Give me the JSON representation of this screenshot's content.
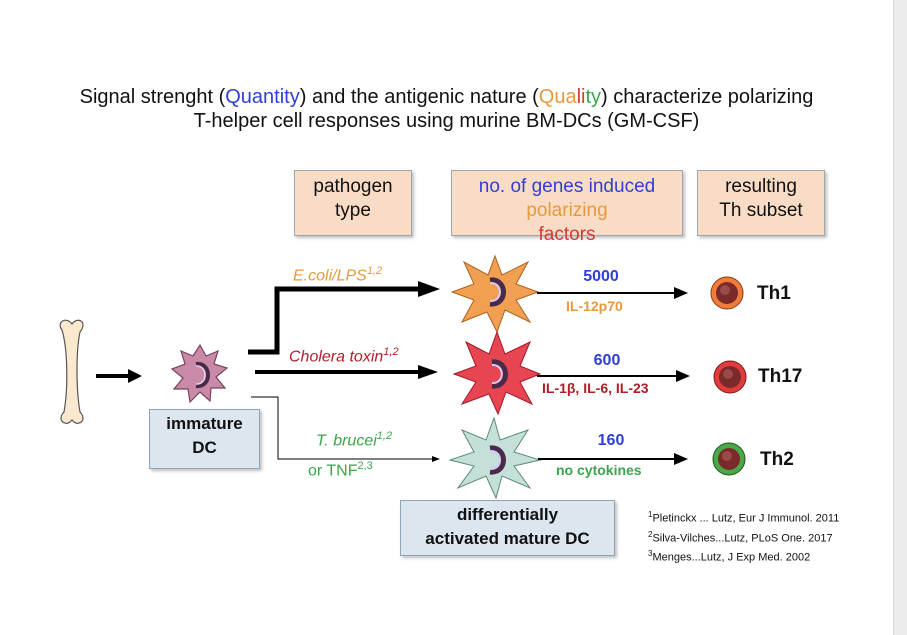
{
  "title": {
    "line1": [
      "Signal strenght (",
      "Quantity",
      ") and the antigenic nature (",
      "Qua",
      "li",
      "ty",
      ") characterize polarizing"
    ],
    "line2": "T-helper cell responses using murine BM-DCs (GM-CSF)"
  },
  "headers": {
    "pathogen": [
      "pathogen",
      "type"
    ],
    "genes": {
      "line1": "no. of genes induced",
      "line2_parts": [
        "polarizing",
        " ",
        "factors"
      ]
    },
    "th": [
      "resulting",
      "Th subset"
    ]
  },
  "pathways": [
    {
      "stimulus": "E.coli/LPS",
      "stimulus_sup": "1,2",
      "genes_count": "5000",
      "factors": "IL-12p70",
      "th_subset": "Th1"
    },
    {
      "stimulus": "Cholera toxin",
      "stimulus_sup": "1,2",
      "genes_count": "600",
      "factors": "IL-1β, IL-6, IL-23",
      "th_subset": "Th17"
    },
    {
      "stimulus": "T. brucei",
      "stimulus_sup": "1,2",
      "stimulus_line2": "or TNF",
      "stimulus_line2_sup": "2,3",
      "genes_count": "160",
      "factors": "no cytokines",
      "th_subset": "Th2"
    }
  ],
  "boxes": {
    "immature": [
      "immature",
      "DC"
    ],
    "mature": [
      "differentially",
      "activated mature DC"
    ]
  },
  "references": [
    {
      "sup": "1",
      "text": "Pletinckx ... Lutz, Eur J Immunol. 2011"
    },
    {
      "sup": "2",
      "text": "Silva-Vilches...Lutz, PLoS One. 2017"
    },
    {
      "sup": "3",
      "text": "Menges...Lutz, J Exp Med. 2002"
    }
  ],
  "colors": {
    "quantity": "#2f3fd6",
    "quality_orange": "#e59a3c",
    "quality_red": "#d23b34",
    "quality_green": "#3aa64a",
    "lps_cell": "#f0a050",
    "cholera_cell": "#e84552",
    "brucei_cell": "#c4e0d8",
    "immature_cell": "#c98aa8",
    "th1_ring": "#f07c3a",
    "th17_ring": "#e03c3c",
    "th2_ring": "#4aa84a",
    "header_box": "#f9dcc6",
    "blue_box": "#dbe6ef"
  }
}
